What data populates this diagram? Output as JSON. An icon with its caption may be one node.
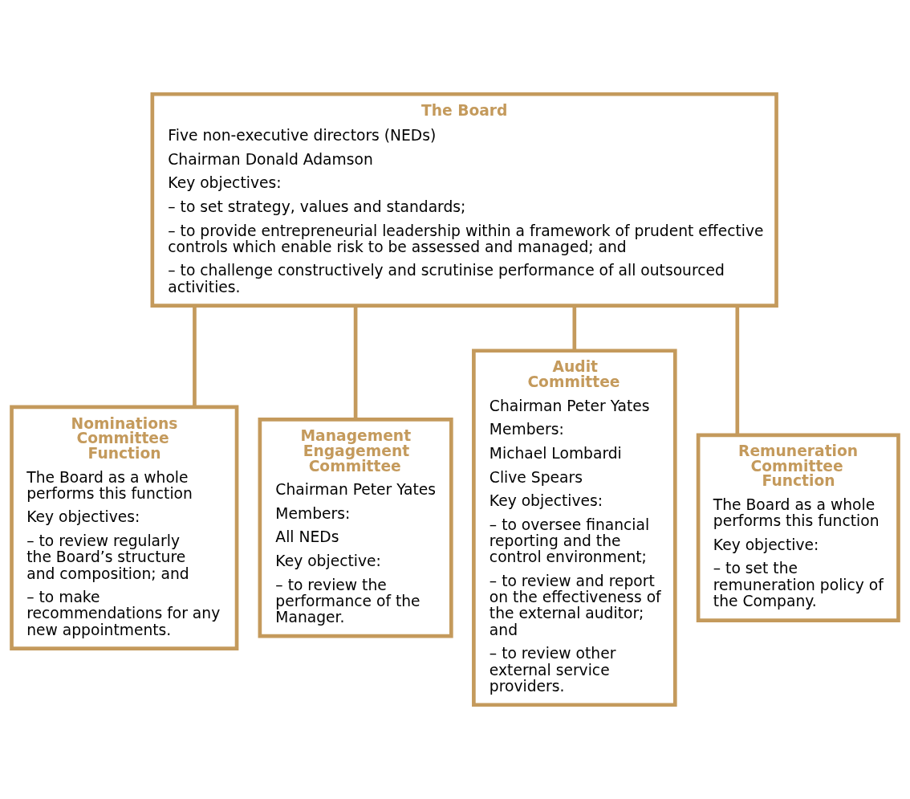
{
  "diagram": {
    "nodes": [
      {
        "text": [
          "The Board",
          "Five non-executive directors (NEDs)",
          "Chairman Donald Adamson",
          "Key objectives:",
          "– to set strategy, values and standards;",
          "– to provide entrepreneurial leadership within a framework of prudent effective controls which enable risk to be assessed and managed; and",
          "– to challenge constructively and scrutinise performance of all outsourced activities."
        ]
      },
      {
        "text": [
          "Nominations Committee Function",
          "The Board as a whole performs this function",
          "Key objectives:",
          "– to review regularly the Board’s structure and composition; and",
          "– to make recommendations for any new appointments."
        ]
      },
      {
        "text": [
          "Management Engagement Committee",
          "Chairman Peter Yates",
          "Members:",
          "All NEDs",
          "Key objective:",
          "– to review the performance of the Manager."
        ]
      },
      {
        "text": [
          "Audit Committee",
          "Chairman Peter Yates",
          "Members:",
          "Michael Lombardi",
          "Clive Spears",
          "Key objectives:",
          "– to oversee financial reporting and the control environment;",
          "– to review and report on the effectiveness of the external auditor; and",
          "– to review other external service providers."
        ]
      },
      {
        "text": [
          "Remuneration Committee Function",
          "The Board as a whole performs this function",
          "Key objective:",
          "– to set the remuneration policy of the Company."
        ]
      }
    ],
    "edges": [
      {
        "from": 0,
        "to": 1,
        "arrow": "none"
      },
      {
        "from": 0,
        "to": 2,
        "arrow": "none"
      },
      {
        "from": 0,
        "to": 3,
        "arrow": "none"
      },
      {
        "from": 0,
        "to": 4,
        "arrow": "none"
      }
    ]
  }
}
